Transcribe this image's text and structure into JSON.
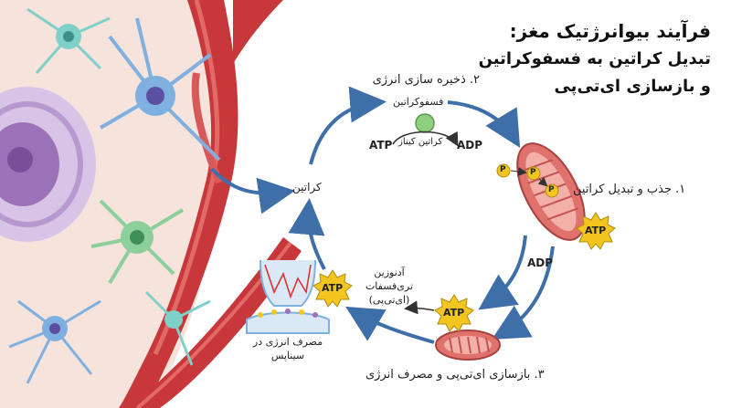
{
  "title": {
    "line1": "فرآیند بیوانرژتیک مغز:",
    "line2": "تبدیل کراتین به فسفوکراتین",
    "line3": "و بازسازی ای‌تی‌پی"
  },
  "labels": {
    "step2": "۲. ذخیره سازی انرژی",
    "phosphocreatine": "فسفوکراتین",
    "atp_left": "ATP",
    "creatine_kinase": "کراتین کیناز",
    "adp_right": "ADP",
    "creatine": "کراتین",
    "step1": "۱. جذب و تبدیل کراتین",
    "atp_mito": "ATP",
    "adp_mid": "ADP",
    "atp_center": "ATP",
    "adenosine_1": "آدنوزین",
    "adenosine_2": "تری‌فسفات",
    "adenosine_3": "(ای‌تی‌پی)",
    "atp_synapse": "ATP",
    "synapse_1": "مصرف انرژی در",
    "synapse_2": "سیناپس",
    "step3": "۳. بازسازی ای‌تی‌پی و مصرف انرژی",
    "p_letter": "P"
  },
  "colors": {
    "vessel": "#c8373a",
    "vessel_light": "#e26a66",
    "tissue": "#f6e3dc",
    "arrow": "#3f6fa8",
    "atp_badge": "#f3c51f",
    "mito": "#e0726d",
    "enzyme": "#8fcf7f",
    "neuron_blue": "#7fb0e0",
    "neuron_teal": "#7fd0c9",
    "neuron_green": "#8dcf9b",
    "nucleus": "#9b72b8"
  }
}
